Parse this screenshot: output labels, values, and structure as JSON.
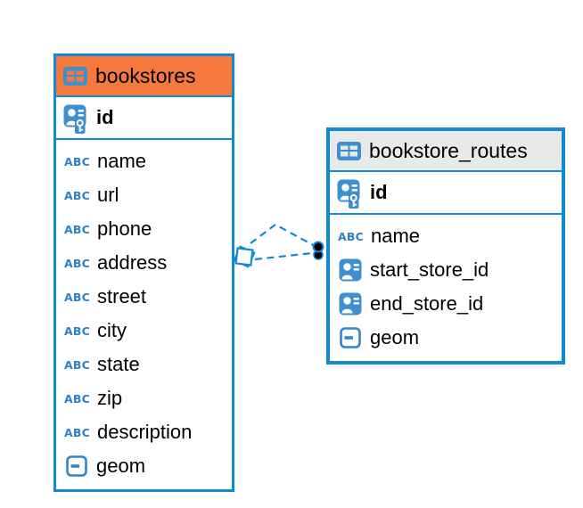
{
  "colors": {
    "table_border": "#1189d3",
    "bookstores_header_bg": "#f5793d",
    "bookstore_routes_header_bg": "#e9e9ea",
    "icon_blue": "#3d8fd0",
    "text_type_icon_blue": "#2f80c6",
    "relationship_line": "#1189d3",
    "relationship_dot": "#000000"
  },
  "icons": {
    "text_type_label": "ABC"
  },
  "tables": [
    {
      "name": "bookstores",
      "primary_key": "id",
      "columns": [
        {
          "name": "name",
          "type": "text"
        },
        {
          "name": "url",
          "type": "text"
        },
        {
          "name": "phone",
          "type": "text"
        },
        {
          "name": "address",
          "type": "text"
        },
        {
          "name": "street",
          "type": "text"
        },
        {
          "name": "city",
          "type": "text"
        },
        {
          "name": "state",
          "type": "text"
        },
        {
          "name": "zip",
          "type": "text"
        },
        {
          "name": "description",
          "type": "text"
        },
        {
          "name": "geom",
          "type": "geometry"
        }
      ]
    },
    {
      "name": "bookstore_routes",
      "primary_key": "id",
      "columns": [
        {
          "name": "name",
          "type": "text"
        },
        {
          "name": "start_store_id",
          "type": "reference"
        },
        {
          "name": "end_store_id",
          "type": "reference"
        },
        {
          "name": "geom",
          "type": "geometry"
        }
      ]
    }
  ],
  "relationship": {
    "from_table": "bookstore_routes",
    "to_table": "bookstores",
    "line_style": "dashed",
    "source_terminator": "diamond",
    "target_terminator": "dot",
    "line_count": 2
  }
}
